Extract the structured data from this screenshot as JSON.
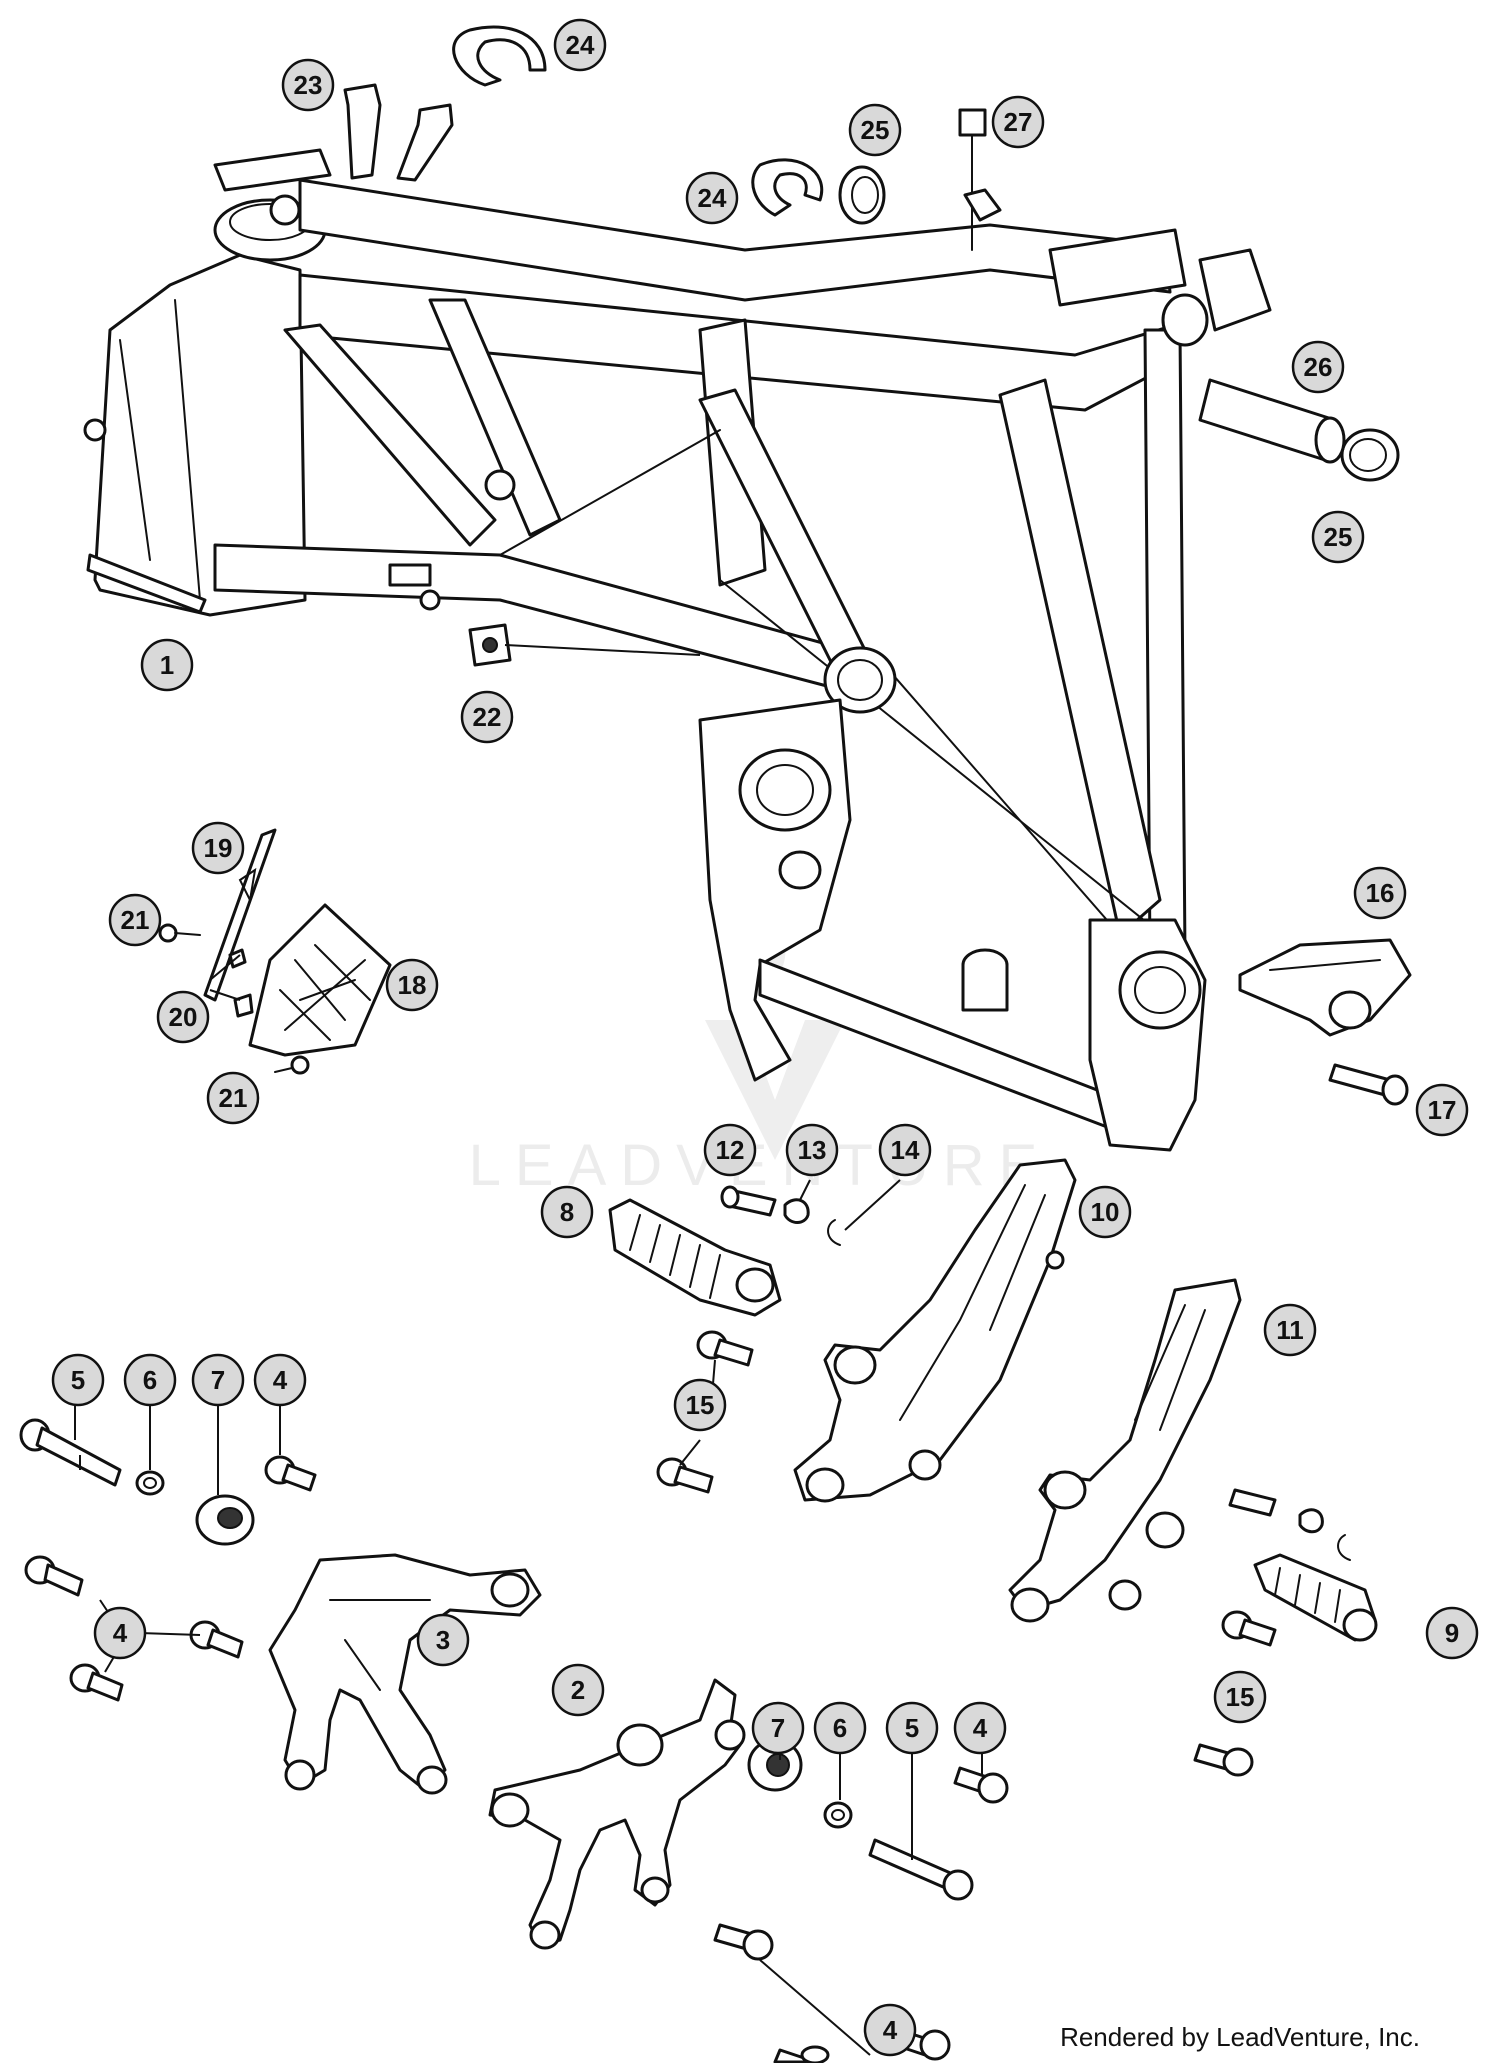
{
  "watermark": {
    "text": "LEADVENTURE"
  },
  "credit": "Rendered by LeadVenture, Inc.",
  "callouts": {
    "c1": "1",
    "c2": "2",
    "c3": "3",
    "c4a": "4",
    "c4b": "4",
    "c4c": "4",
    "c4d": "4",
    "c5a": "5",
    "c5b": "5",
    "c6a": "6",
    "c6b": "6",
    "c7a": "7",
    "c7b": "7",
    "c8": "8",
    "c9": "9",
    "c10": "10",
    "c11": "11",
    "c12": "12",
    "c13": "13",
    "c14": "14",
    "c15a": "15",
    "c15b": "15",
    "c16": "16",
    "c17": "17",
    "c18": "18",
    "c19": "19",
    "c20": "20",
    "c21a": "21",
    "c21b": "21",
    "c22": "22",
    "c23": "23",
    "c24a": "24",
    "c24b": "24",
    "c25a": "25",
    "c25b": "25",
    "c26": "26",
    "c27": "27"
  }
}
